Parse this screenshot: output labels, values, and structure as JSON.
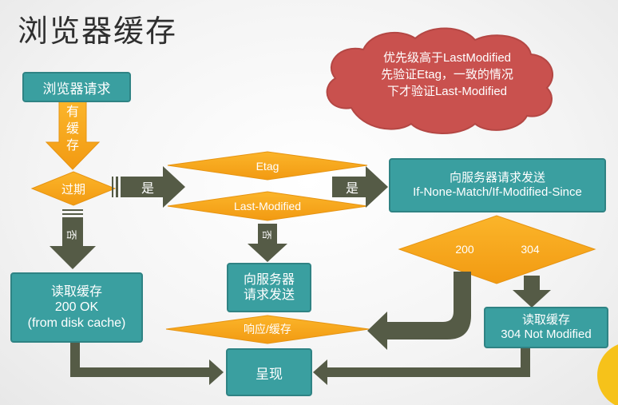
{
  "title": "浏览器缓存",
  "cloud": {
    "lines": [
      "优先级高于LastModified",
      "先验证Etag，一致的情况",
      "下才验证Last-Modified"
    ]
  },
  "nodes": {
    "browser_request": "浏览器请求",
    "has_cache": [
      "有",
      "缓",
      "存"
    ],
    "expired": "过期",
    "yes1": "是",
    "etag": "Etag",
    "last_modified": "Last-Modified",
    "yes2": "是",
    "server_request_top": [
      "向服务器请求发送",
      "If-None-Match/If-Modified-Since"
    ],
    "no1": "否",
    "no2": "否",
    "status_200": "200",
    "status_304": "304",
    "read_cache_200": [
      "读取缓存",
      "200 OK",
      "(from disk cache)"
    ],
    "server_request_mid": [
      "向服务器",
      "请求发送"
    ],
    "response_cache": "响应/缓存",
    "read_cache_304": [
      "读取缓存",
      "304 Not Modified"
    ],
    "render": "呈现"
  },
  "colors": {
    "teal": "#3a9fa0",
    "orange": "#f7a51c",
    "arrow_dark": "#555b46",
    "cloud": "#c9514e"
  }
}
